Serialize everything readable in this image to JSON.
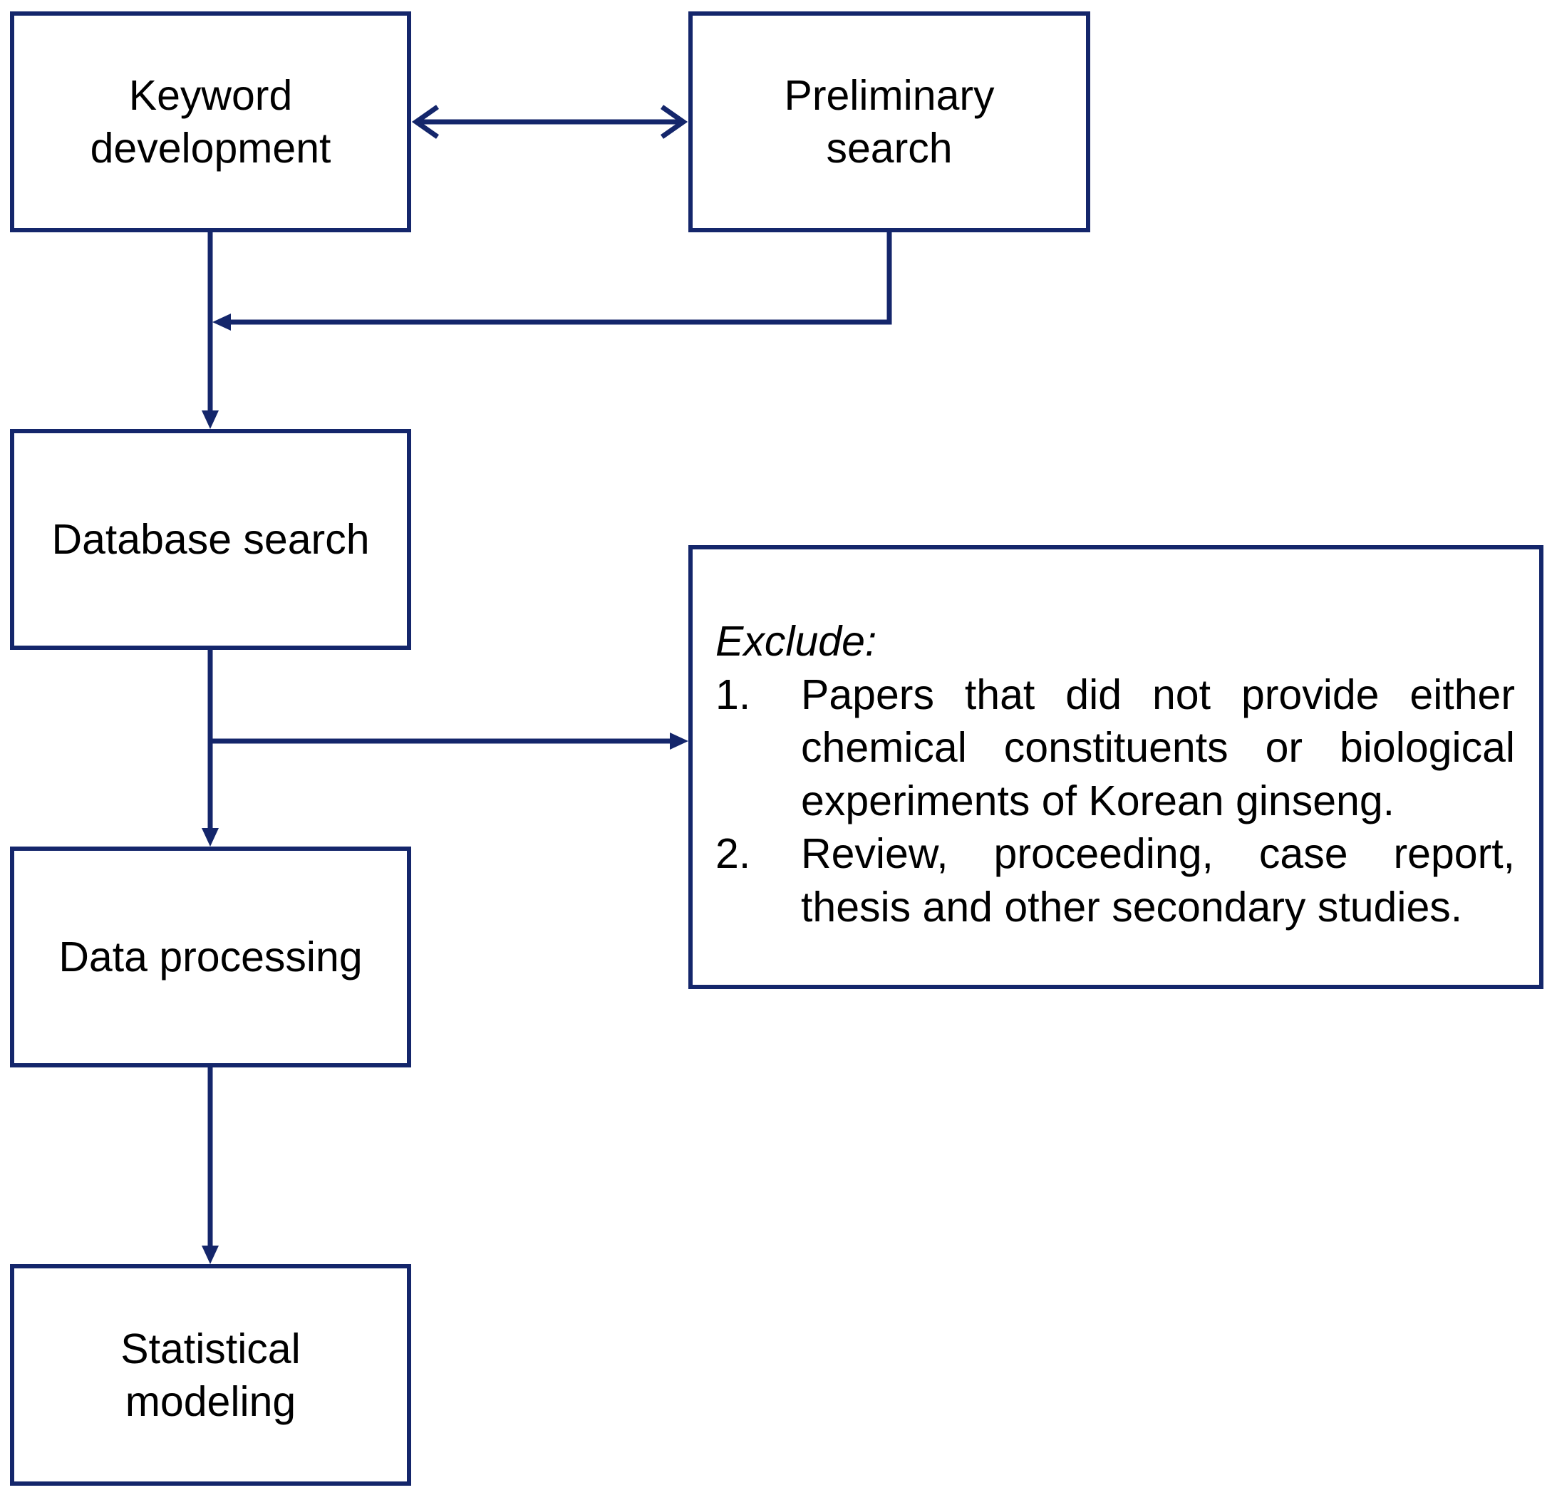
{
  "diagram": {
    "boxes": {
      "keyword_development": "Keyword\ndevelopment",
      "preliminary_search": "Preliminary\nsearch",
      "database_search": "Database search",
      "data_processing": "Data processing",
      "statistical_modeling": "Statistical\nmodeling"
    },
    "exclude": {
      "heading": "Exclude:",
      "items": [
        {
          "number": "1.",
          "text": "Papers that did not provide either chemical constituents or biological experiments of Korean ginseng."
        },
        {
          "number": "2.",
          "text": "Review, proceeding, case report, thesis and other secondary studies."
        }
      ]
    },
    "colors": {
      "stroke": "#14266b",
      "background": "#ffffff",
      "text": "#000000"
    }
  }
}
